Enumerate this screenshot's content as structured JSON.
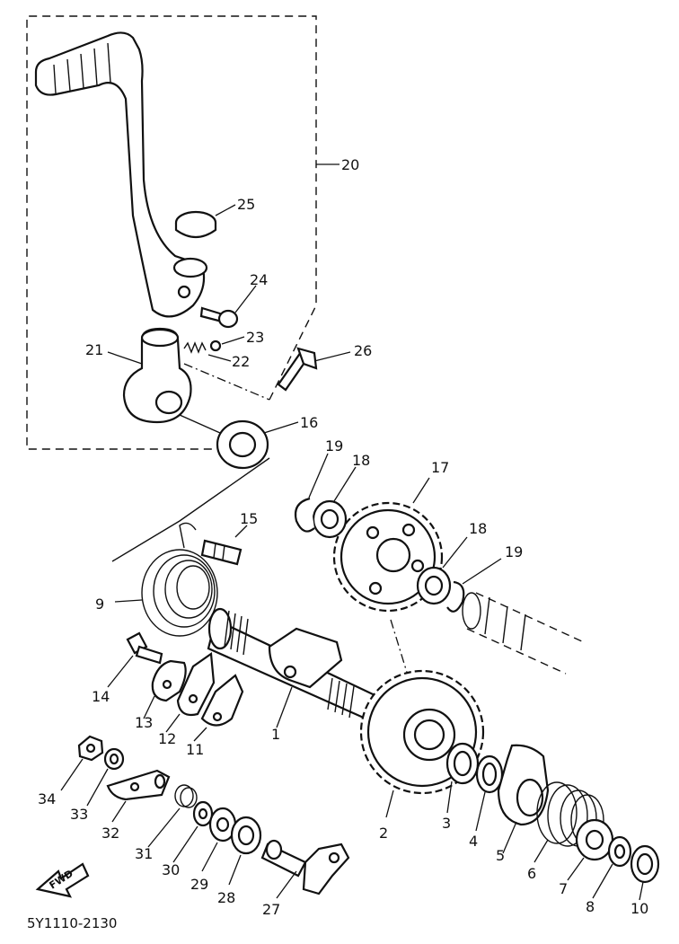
{
  "diagram_code": "5Y1110-2130",
  "fwd_label": "FWD",
  "callouts": {
    "p1": "1",
    "p2": "2",
    "p3": "3",
    "p4": "4",
    "p5": "5",
    "p6": "6",
    "p7": "7",
    "p8": "8",
    "p9": "9",
    "p10": "10",
    "p11": "11",
    "p12": "12",
    "p13": "13",
    "p14": "14",
    "p15": "15",
    "p16": "16",
    "p17": "17",
    "p18a": "18",
    "p18b": "18",
    "p19a": "19",
    "p19b": "19",
    "p20": "20",
    "p21": "21",
    "p22": "22",
    "p23": "23",
    "p24": "24",
    "p25": "25",
    "p26": "26",
    "p27": "27",
    "p28": "28",
    "p29": "29",
    "p30": "30",
    "p31": "31",
    "p32": "32",
    "p33": "33",
    "p34": "34"
  }
}
